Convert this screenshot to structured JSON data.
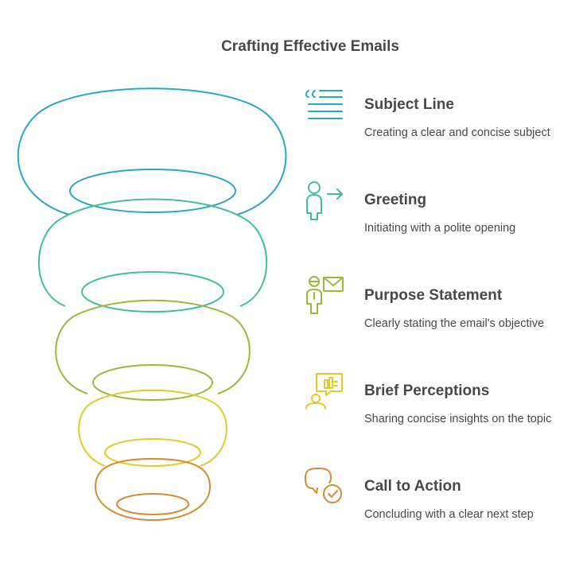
{
  "title": "Crafting Effective Emails",
  "colors": {
    "stage1": "#2BA6CB",
    "stage2": "#3FC197",
    "stage3": "#9BB83A",
    "stage4": "#E0CC2D",
    "stage5": "#D6892E",
    "text": "#484848"
  },
  "stages": [
    {
      "title": "Subject Line",
      "description": "Creating a clear and concise subject",
      "icon": "quote-lines-icon"
    },
    {
      "title": "Greeting",
      "description": "Initiating with a polite opening",
      "icon": "person-arrow-icon"
    },
    {
      "title": "Purpose Statement",
      "description": "Clearly stating the email's objective",
      "icon": "person-envelope-icon"
    },
    {
      "title": "Brief Perceptions",
      "description": "Sharing concise insights on the topic",
      "icon": "person-presentation-icon"
    },
    {
      "title": "Call to Action",
      "description": "Concluding with a clear next step",
      "icon": "speech-bubble-check-icon"
    }
  ]
}
